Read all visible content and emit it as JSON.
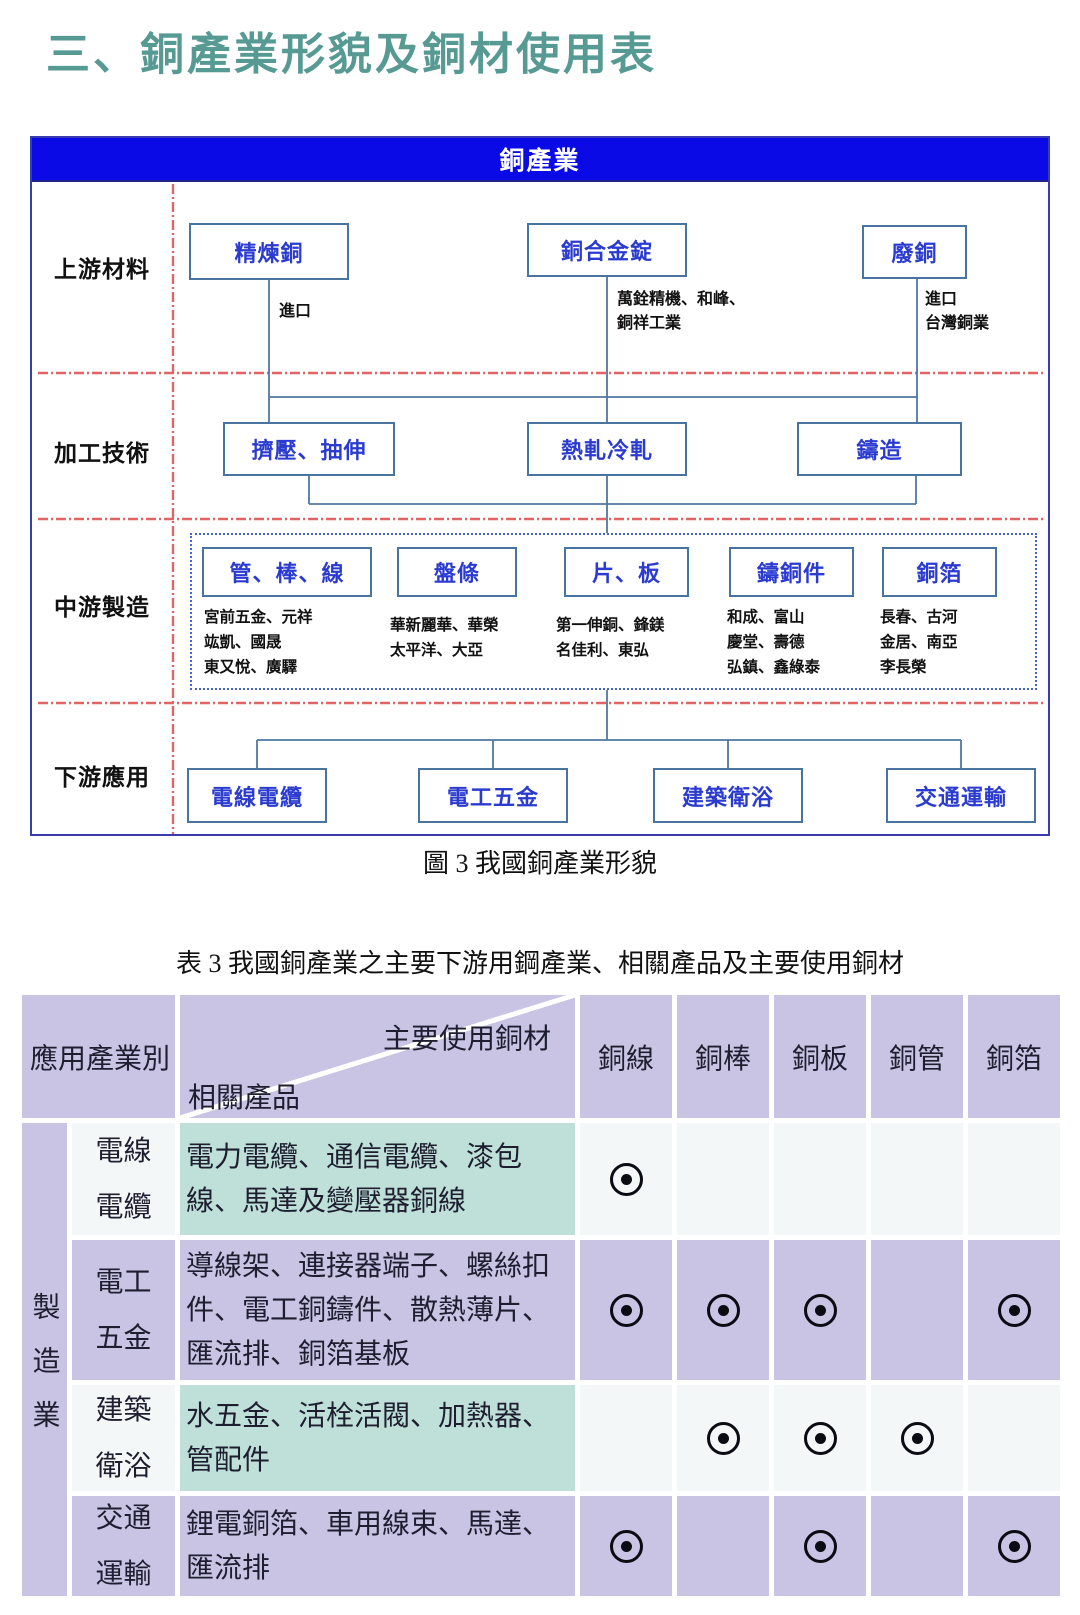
{
  "page": {
    "title": "三、銅產業形貌及銅材使用表"
  },
  "diagram": {
    "header": "銅產業",
    "caption": "圖 3 我國銅產業形貌",
    "row_labels": [
      "上游材料",
      "加工技術",
      "中游製造",
      "下游應用"
    ],
    "upstream_boxes": [
      {
        "label": "精煉銅",
        "note": "進口"
      },
      {
        "label": "銅合金錠",
        "note": "萬銓精機、和峰、\n銅祥工業"
      },
      {
        "label": "廢銅",
        "note": "進口\n台灣銅業"
      }
    ],
    "processing_boxes": [
      {
        "label": "擠壓、抽伸"
      },
      {
        "label": "熱軋冷軋"
      },
      {
        "label": "鑄造"
      }
    ],
    "midstream_boxes": [
      {
        "label": "管、棒、線",
        "companies": "宮前五金、元祥\n竑凱、國晟\n東又悅、廣驛"
      },
      {
        "label": "盤條",
        "companies": "華新麗華、華榮\n太平洋、大亞"
      },
      {
        "label": "片、板",
        "companies": "第一伸銅、鋒鎂\n名佳利、東弘"
      },
      {
        "label": "鑄銅件",
        "companies": "和成、富山\n慶堂、壽德\n弘鎮、鑫綠泰"
      },
      {
        "label": "銅箔",
        "companies": "長春、古河\n金居、南亞\n李長榮"
      }
    ],
    "downstream_boxes": [
      {
        "label": "電線電纜"
      },
      {
        "label": "電工五金"
      },
      {
        "label": "建築衛浴"
      },
      {
        "label": "交通運輸"
      }
    ]
  },
  "table": {
    "title": "表 3 我國銅產業之主要下游用鋼產業、相關產品及主要使用銅材",
    "header": {
      "app_industry": "應用產業別",
      "main_materials": "主要使用銅材",
      "related_products": "相關產品",
      "materials": [
        "銅線",
        "銅棒",
        "銅板",
        "銅管",
        "銅箔"
      ]
    },
    "group_label": "製造業",
    "mark_symbol": "⊙",
    "rows": [
      {
        "industry": "電線\n電纜",
        "products": "電力電纜、通信電纜、漆包線、馬達及變壓器銅線",
        "marks": [
          true,
          false,
          false,
          false,
          false
        ]
      },
      {
        "industry": "電工\n五金",
        "products": "導線架、連接器端子、螺絲扣件、電工銅鑄件、散熱薄片、匯流排、銅箔基板",
        "marks": [
          true,
          true,
          true,
          false,
          true
        ]
      },
      {
        "industry": "建築\n衛浴",
        "products": "水五金、活栓活閥、加熱器、管配件",
        "marks": [
          false,
          true,
          true,
          true,
          false
        ]
      },
      {
        "industry": "交通\n運輸",
        "products": "鋰電銅箔、車用線束、馬達、匯流排",
        "marks": [
          true,
          false,
          true,
          false,
          true
        ]
      }
    ]
  },
  "colors": {
    "title_teal": "#569a93",
    "header_blue": "#0a0ae6",
    "box_text_blue": "#2b3bd0",
    "box_border": "#4a74a0",
    "connector": "#51779f",
    "red_divider": "#e06666",
    "table_lavender": "#c9c4e3",
    "table_teal": "#bfe0d9",
    "table_light": "#f3f7f7"
  }
}
